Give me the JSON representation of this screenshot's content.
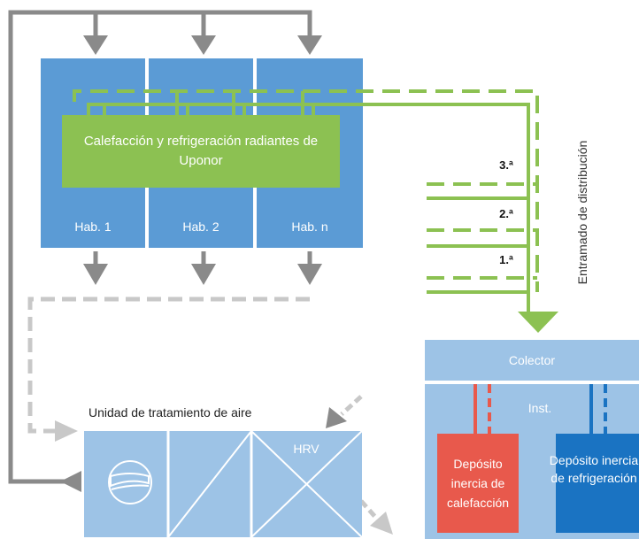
{
  "rooms": [
    {
      "label": "Hab. 1"
    },
    {
      "label": "Hab. 2"
    },
    {
      "label": "Hab. n"
    }
  ],
  "radiant_system": {
    "label": "Calefacción y refrigeración radiantes de Uponor"
  },
  "distribution": {
    "label": "Entramado de distribución",
    "floors": [
      "3.ª",
      "2.ª",
      "1.ª"
    ]
  },
  "manifold": {
    "label": "Colector"
  },
  "plant": {
    "label": "Inst."
  },
  "tanks": [
    {
      "label": "Depósito inercia de calefacción",
      "color": "#e8594c"
    },
    {
      "label": "Depósito inercia de refrigeración",
      "color": "#1a73c2"
    }
  ],
  "ahu": {
    "title": "Unidad de tratamiento de aire",
    "hrv_label": "HRV"
  },
  "colors": {
    "room": "#5b9bd5",
    "radiant": "#8cc152",
    "pipe_green": "#8cc152",
    "air_flow": "#8a8a8a",
    "air_return": "#c8c8c8",
    "light_blue": "#9dc3e6"
  }
}
